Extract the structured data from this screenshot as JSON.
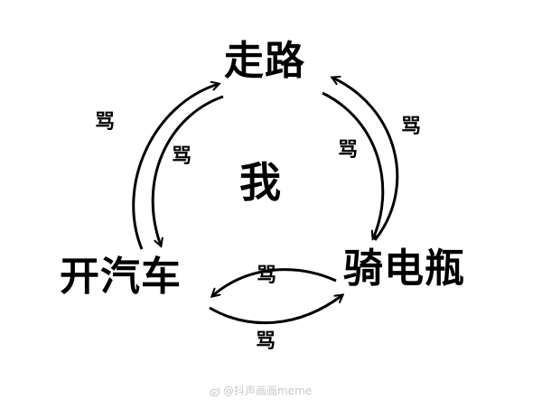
{
  "diagram": {
    "center_label": "我",
    "nodes": {
      "top": "走路",
      "bottom_left": "开汽车",
      "bottom_right": "骑电瓶"
    },
    "edge_labels": {
      "left_outer": "骂",
      "left_inner": "骂",
      "right_outer": "骂",
      "right_inner": "骂",
      "bottom_inner": "骂",
      "bottom_outer": "骂"
    }
  },
  "watermark": {
    "text": "@抖声画画meme"
  },
  "colors": {
    "foreground": "#000000",
    "background": "#ffffff",
    "watermark": "#c8c8c8"
  }
}
